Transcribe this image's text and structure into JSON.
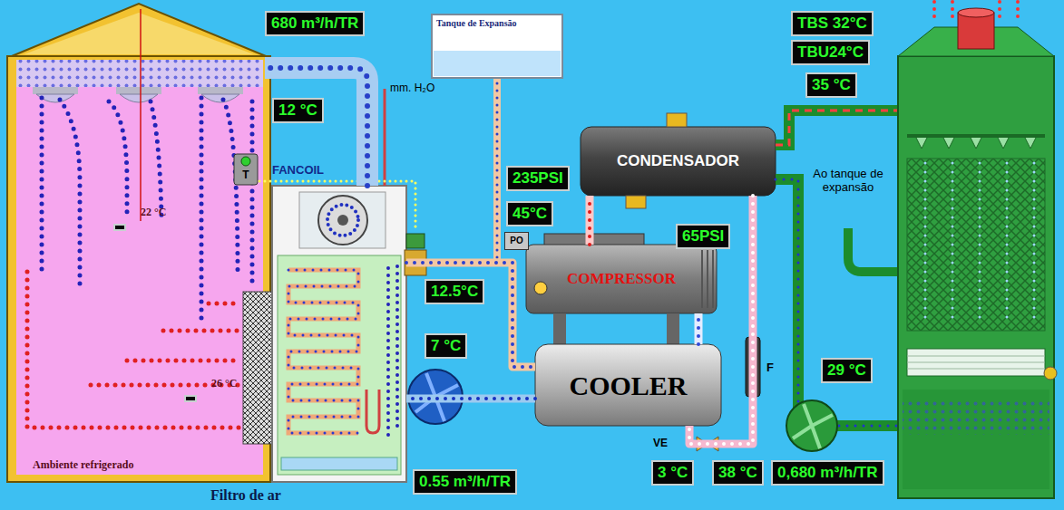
{
  "diagram": {
    "nodes": [
      {
        "text": [
          "Ambiente refrigerado"
        ]
      },
      {
        "text": [
          "22 °C"
        ],
        "in": 0
      },
      {
        "text": [
          "26 °C"
        ],
        "in": 0
      },
      {
        "text": [
          "680 m³/h/TR"
        ]
      },
      {
        "text": [
          "12 °C"
        ]
      },
      {
        "text": [
          "FANCOIL"
        ]
      },
      {
        "text": [
          "Tanque de Expansão"
        ]
      },
      {
        "text": [
          "TBS 32°C"
        ]
      },
      {
        "text": [
          "TBU24°C"
        ]
      },
      {
        "text": [
          "35 °C"
        ]
      },
      {
        "text": [
          "235PSI"
        ]
      },
      {
        "text": [
          "CONDENSADOR"
        ]
      },
      {
        "text": [
          "45°C"
        ]
      },
      {
        "text": [
          "65PSI"
        ]
      },
      {
        "text": [
          "PO"
        ]
      },
      {
        "text": [
          "COMPRESSOR"
        ]
      },
      {
        "text": [
          "12.5°C"
        ]
      },
      {
        "text": [
          "7 °C"
        ]
      },
      {
        "text": [
          "COOLER"
        ]
      },
      {
        "text": [
          "29 °C"
        ]
      },
      {
        "text": [
          "0.55 m³/h/TR"
        ]
      },
      {
        "text": [
          "3 °C"
        ]
      },
      {
        "text": [
          "38 °C"
        ]
      },
      {
        "text": [
          "0,680 m³/h/TR"
        ]
      }
    ],
    "edges": [
      {
        "from": 18,
        "to": 5,
        "arrow": "none"
      },
      {
        "from": 5,
        "to": 18,
        "arrow": "none"
      },
      {
        "from": 15,
        "to": 11,
        "arrow": "none"
      },
      {
        "from": 11,
        "to": 18,
        "arrow": "none"
      },
      {
        "from": 18,
        "to": 15,
        "arrow": "none"
      }
    ],
    "labels": [
      "T",
      "mm. H₂O",
      "Ao tanque de expansão",
      "F",
      "VE",
      "Filtro de ar"
    ]
  }
}
